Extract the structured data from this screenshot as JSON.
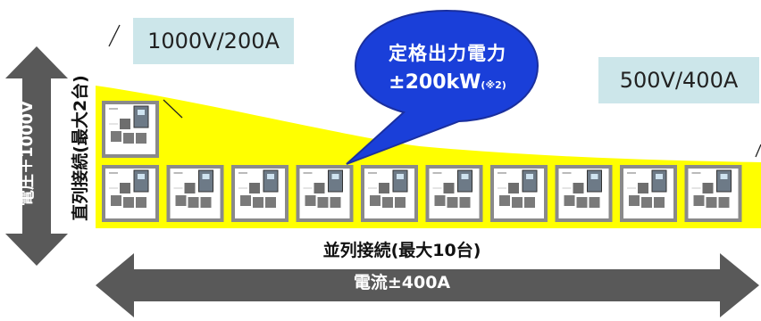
{
  "labels": {
    "max_voltage_current": "1000V/200A",
    "min_voltage_current": "500V/400A",
    "rated_power_title": "定格出力電力",
    "rated_power_value": "±200kW",
    "rated_power_note": "(※2)",
    "voltage_arrow": "電圧＋1000V",
    "series_connection": "直列接続(最大2台)",
    "parallel_connection": "並列接続(最大10台)",
    "current_arrow": "電流±400A"
  },
  "colors": {
    "yellow_area": "#ffff00",
    "bubble": "#1a3fd9",
    "arrow": "#595959",
    "label_box": "#cce6ea"
  },
  "units": {
    "parallel_count": 10,
    "series_count": 2
  }
}
